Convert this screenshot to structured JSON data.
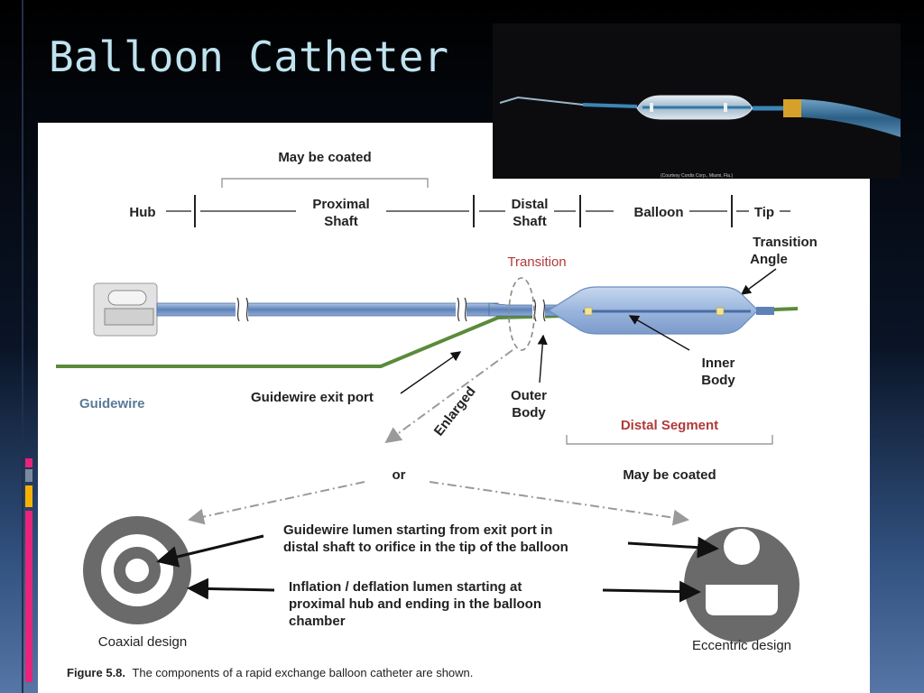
{
  "slide": {
    "title": "Balloon Catheter",
    "accent_colors": [
      "#e8237a",
      "#7a8aa0",
      "#f7b200",
      "#e8237a"
    ]
  },
  "photo": {
    "credit": "(Courtesy Cordis Corp., Miami, Fla.)"
  },
  "figure": {
    "segments": {
      "may_be_coated_top": "May be coated",
      "hub": "Hub",
      "proximal_line1": "Proximal",
      "proximal_line2": "Shaft",
      "distal_line1": "Distal",
      "distal_line2": "Shaft",
      "balloon": "Balloon",
      "tip": "Tip",
      "transition_angle_line1": "Transition",
      "transition_angle_line2": "Angle",
      "transition": "Transition"
    },
    "callouts": {
      "inner_body_line1": "Inner",
      "inner_body_line2": "Body",
      "guidewire": "Guidewire",
      "guidewire_exit_port": "Guidewire exit port",
      "enlarged": "Enlarged",
      "outer_body_line1": "Outer",
      "outer_body_line2": "Body",
      "distal_segment": "Distal Segment",
      "or": "or",
      "may_be_coated_bottom": "May be coated"
    },
    "cross_section": {
      "guidewire_lumen_line1": "Guidewire lumen starting from exit port in",
      "guidewire_lumen_line2": "distal shaft to orifice in the tip of the balloon",
      "inflation_lumen_line1": "Inflation / deflation lumen starting at",
      "inflation_lumen_line2": "proximal hub and ending in the balloon",
      "inflation_lumen_line3": "chamber",
      "coaxial": "Coaxial design",
      "eccentric": "Eccentric design"
    },
    "caption_label": "Figure 5.8.",
    "caption_text": "The components of a rapid exchange balloon catheter are shown.",
    "colors": {
      "guidewire": "#5b8b3a",
      "shaft": "#6f93c6",
      "transition_red": "#b03a3a",
      "design_gray": "#6a6a6a"
    }
  }
}
